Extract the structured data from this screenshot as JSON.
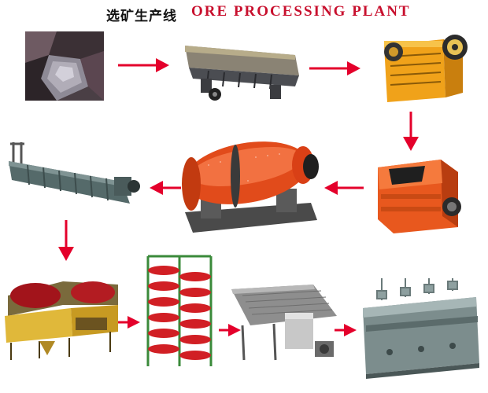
{
  "title": {
    "chinese": "选矿生产线",
    "english": "ORE PROCESSING PLANT"
  },
  "colors": {
    "arrow": "#e4002b",
    "title_en": "#c8102e",
    "machine_orange": "#e8581e",
    "machine_yellow": "#f0a21a",
    "machine_gray": "#5b6e6e",
    "ore_dark": "#3a3438"
  },
  "stages": [
    {
      "id": "ore",
      "icon": "raw-ore-icon"
    },
    {
      "id": "vibrating-feeder",
      "icon": "vibrating-feeder-icon"
    },
    {
      "id": "jaw-crusher",
      "icon": "jaw-crusher-icon"
    },
    {
      "id": "impact-crusher",
      "icon": "impact-crusher-icon"
    },
    {
      "id": "ball-mill",
      "icon": "ball-mill-icon"
    },
    {
      "id": "spiral-classifier",
      "icon": "spiral-classifier-icon"
    },
    {
      "id": "magnetic-separator",
      "icon": "magnetic-separator-icon"
    },
    {
      "id": "spiral-chute",
      "icon": "spiral-chute-icon"
    },
    {
      "id": "shaking-table",
      "icon": "shaking-table-icon"
    },
    {
      "id": "flotation-machine",
      "icon": "flotation-machine-icon"
    }
  ],
  "arrows": [
    "right",
    "right",
    "down",
    "left",
    "left",
    "down",
    "right",
    "right",
    "right"
  ]
}
